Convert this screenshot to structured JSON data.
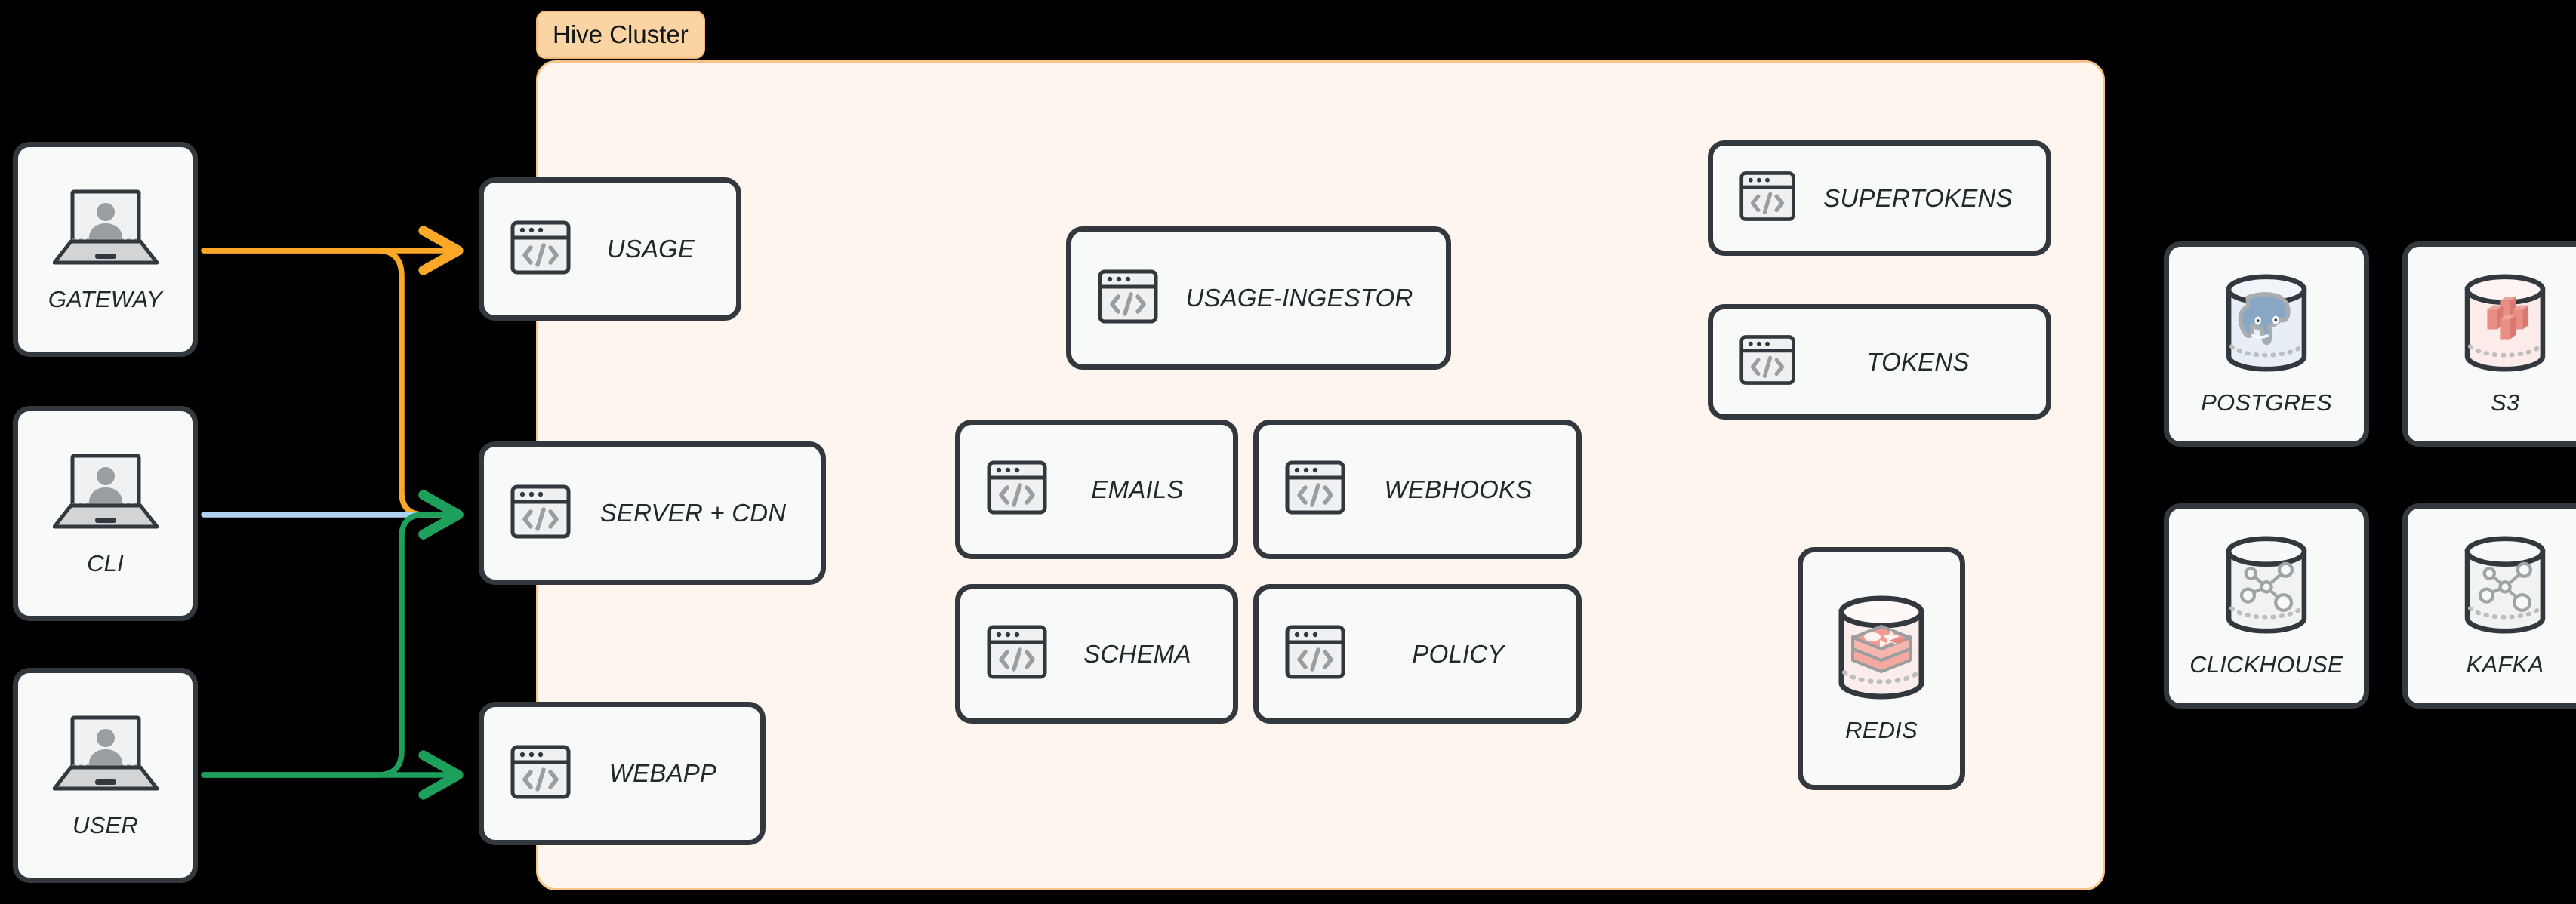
{
  "diagram": {
    "title": "Hive Cluster architecture",
    "background_color": "#000000"
  },
  "cluster": {
    "badge_label": "Hive Cluster",
    "badge_bg": "#FBD4A3",
    "panel_bg": "#FDF5EE",
    "panel_border": "#F7C389"
  },
  "clients": [
    {
      "label": "GATEWAY",
      "icon": "laptop-user-icon"
    },
    {
      "label": "CLI",
      "icon": "laptop-user-icon"
    },
    {
      "label": "USER",
      "icon": "laptop-user-icon"
    }
  ],
  "edge_services": [
    {
      "label": "USAGE",
      "icon": "code-window-icon"
    },
    {
      "label": "SERVER + CDN",
      "icon": "code-window-icon"
    },
    {
      "label": "WEBAPP",
      "icon": "code-window-icon"
    }
  ],
  "core_services": [
    {
      "label": "USAGE-INGESTOR",
      "icon": "code-window-icon"
    },
    {
      "label": "EMAILS",
      "icon": "code-window-icon"
    },
    {
      "label": "WEBHOOKS",
      "icon": "code-window-icon"
    },
    {
      "label": "SCHEMA",
      "icon": "code-window-icon"
    },
    {
      "label": "POLICY",
      "icon": "code-window-icon"
    }
  ],
  "auth_services": [
    {
      "label": "SUPERTOKENS",
      "icon": "code-window-icon"
    },
    {
      "label": "TOKENS",
      "icon": "code-window-icon"
    }
  ],
  "cluster_datastores": [
    {
      "label": "REDIS",
      "icon": "redis-cylinder-icon"
    }
  ],
  "external_datastores": [
    {
      "label": "POSTGRES",
      "icon": "postgres-cylinder-icon"
    },
    {
      "label": "S3",
      "icon": "s3-cylinder-icon"
    },
    {
      "label": "CLICKHOUSE",
      "icon": "network-cylinder-icon"
    },
    {
      "label": "KAFKA",
      "icon": "network-cylinder-icon"
    }
  ],
  "connections": [
    {
      "from": "GATEWAY",
      "to": "USAGE",
      "color": "#FBA828"
    },
    {
      "from": "GATEWAY",
      "to": "SERVER + CDN",
      "color": "#FBA828"
    },
    {
      "from": "CLI",
      "to": "SERVER + CDN",
      "color": "#AED3F0"
    },
    {
      "from": "USER",
      "to": "SERVER + CDN",
      "color": "#1CA05C"
    },
    {
      "from": "USER",
      "to": "WEBAPP",
      "color": "#1CA05C"
    }
  ],
  "colors": {
    "orange_edge": "#FBA828",
    "blue_edge": "#AED3F0",
    "green_edge": "#1CA05C",
    "card_border": "#32383D",
    "card_fill": "#F8F9F9",
    "label_text": "#23282C"
  }
}
